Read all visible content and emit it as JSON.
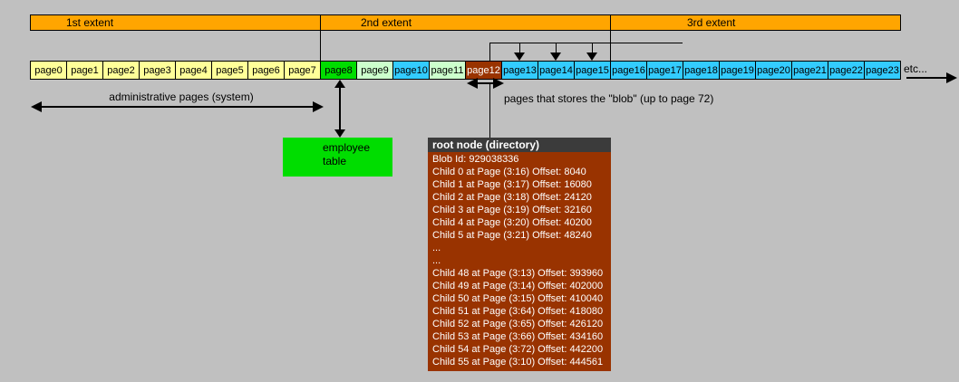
{
  "colors": {
    "background": "#c0c0c0",
    "extent_bar": "#ffa500",
    "page_yellow": "#ffff99",
    "page_bright_green": "#00dd00",
    "page_pale_green": "#ccffcc",
    "page_blue": "#33ccff",
    "page_brown": "#993300",
    "root_header_bg": "#3b3b3b",
    "root_body_bg": "#993300",
    "employee_box_green": "#00dd00"
  },
  "extents": [
    {
      "label": "1st extent"
    },
    {
      "label": "2nd extent"
    },
    {
      "label": "3rd extent"
    }
  ],
  "pages": {
    "cells": [
      {
        "label": "page0",
        "fill": "#ffff99",
        "text": "#000000"
      },
      {
        "label": "page1",
        "fill": "#ffff99",
        "text": "#000000"
      },
      {
        "label": "page2",
        "fill": "#ffff99",
        "text": "#000000"
      },
      {
        "label": "page3",
        "fill": "#ffff99",
        "text": "#000000"
      },
      {
        "label": "page4",
        "fill": "#ffff99",
        "text": "#000000"
      },
      {
        "label": "page5",
        "fill": "#ffff99",
        "text": "#000000"
      },
      {
        "label": "page6",
        "fill": "#ffff99",
        "text": "#000000"
      },
      {
        "label": "page7",
        "fill": "#ffff99",
        "text": "#000000"
      },
      {
        "label": "page8",
        "fill": "#00dd00",
        "text": "#000000"
      },
      {
        "label": "page9",
        "fill": "#ccffcc",
        "text": "#000000"
      },
      {
        "label": "page10",
        "fill": "#33ccff",
        "text": "#000000"
      },
      {
        "label": "page11",
        "fill": "#ccffcc",
        "text": "#000000"
      },
      {
        "label": "page12",
        "fill": "#993300",
        "text": "#ffffff"
      },
      {
        "label": "page13",
        "fill": "#33ccff",
        "text": "#000000"
      },
      {
        "label": "page14",
        "fill": "#33ccff",
        "text": "#000000"
      },
      {
        "label": "page15",
        "fill": "#33ccff",
        "text": "#000000"
      },
      {
        "label": "page16",
        "fill": "#33ccff",
        "text": "#000000"
      },
      {
        "label": "page17",
        "fill": "#33ccff",
        "text": "#000000"
      },
      {
        "label": "page18",
        "fill": "#33ccff",
        "text": "#000000"
      },
      {
        "label": "page19",
        "fill": "#33ccff",
        "text": "#000000"
      },
      {
        "label": "page20",
        "fill": "#33ccff",
        "text": "#000000"
      },
      {
        "label": "page21",
        "fill": "#33ccff",
        "text": "#000000"
      },
      {
        "label": "page22",
        "fill": "#33ccff",
        "text": "#000000"
      },
      {
        "label": "page23",
        "fill": "#33ccff",
        "text": "#000000"
      }
    ],
    "etc_label": "etc..."
  },
  "annotations": {
    "admin_pages": "administrative pages (system)",
    "blob_pages": "pages that stores the \"blob\" (up to page 72)"
  },
  "employee_table": {
    "line1": "employee",
    "line2": "table"
  },
  "root_node": {
    "title": "root node (directory)",
    "lines": [
      "Blob Id: 929038336",
      "Child 0 at Page (3:16) Offset: 8040",
      "Child 1 at Page (3:17) Offset: 16080",
      "Child 2 at Page (3:18) Offset: 24120",
      "Child 3 at Page (3:19) Offset: 32160",
      "Child 4 at Page (3:20) Offset: 40200",
      "Child 5 at Page (3:21) Offset: 48240",
      "...",
      "...",
      "Child 48 at Page (3:13) Offset: 393960",
      "Child 49 at Page (3:14) Offset: 402000",
      "Child 50 at Page (3:15) Offset: 410040",
      "Child 51 at Page (3:64) Offset: 418080",
      "Child 52 at Page (3:65) Offset: 426120",
      "Child 53 at Page (3:66) Offset: 434160",
      "Child 54 at Page (3:72) Offset: 442200",
      "Child 55 at Page (3:10) Offset: 444561"
    ]
  }
}
